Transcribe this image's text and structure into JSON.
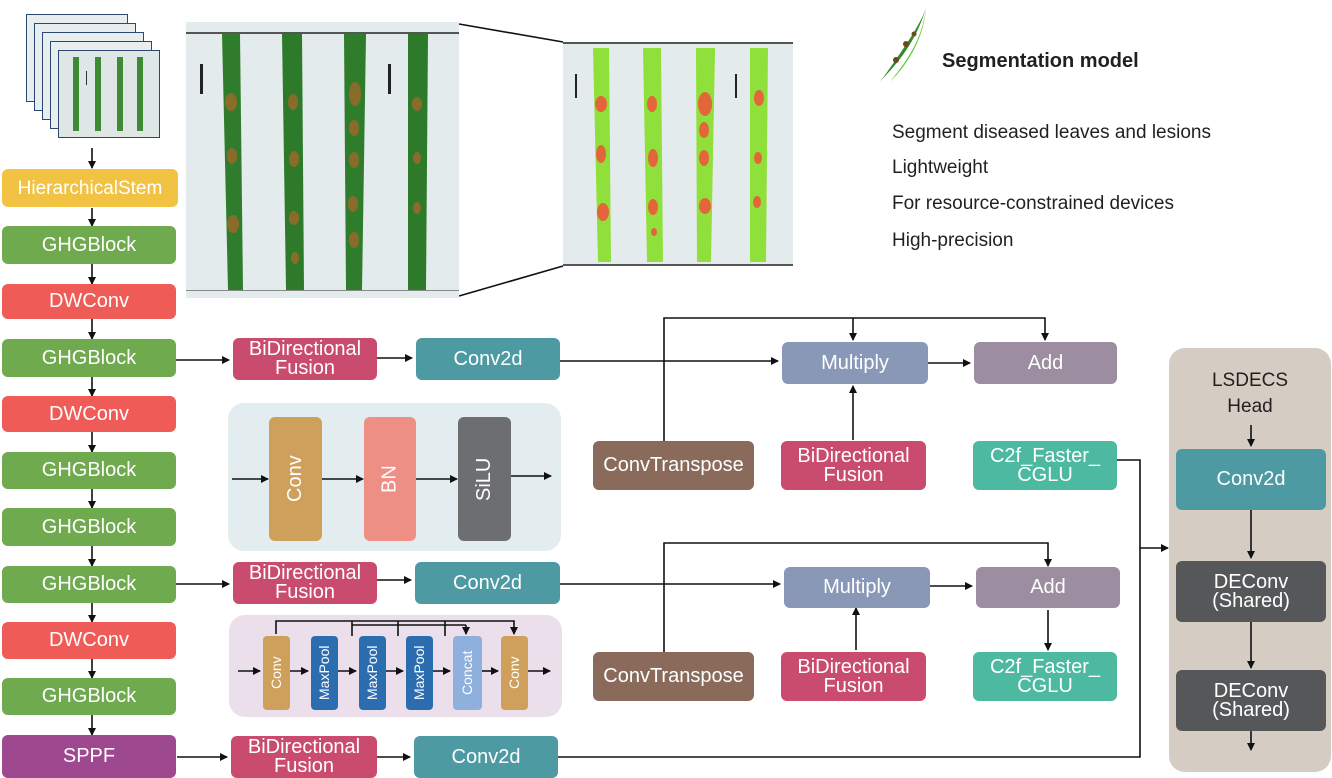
{
  "title": {
    "text": "Segmentation model"
  },
  "features": [
    "Segment diseased leaves and lesions",
    "Lightweight",
    "For resource-constrained devices",
    "High-precision"
  ],
  "backbone": {
    "stem": "HierarchicalStem",
    "ghg": "GHGBlock",
    "dw": "DWConv",
    "sppf": "SPPF"
  },
  "neck": {
    "bidir_line1": "BiDirectional",
    "bidir_line2": "Fusion",
    "conv2d": "Conv2d",
    "multiply": "Multiply",
    "add": "Add",
    "convtranspose": "ConvTranspose",
    "c2f_line1": "C2f_Faster_",
    "c2f_line2": "CGLU"
  },
  "cbs": {
    "conv": "Conv",
    "bn": "BN",
    "silu": "SiLU"
  },
  "sppf_detail": {
    "conv": "Conv",
    "maxpool": "MaxPool",
    "concat": "Concat"
  },
  "head": {
    "title_line1": "LSDECS",
    "title_line2": "Head",
    "conv2d": "Conv2d",
    "deconv_line1": "DEConv",
    "deconv_line2": "(Shared)"
  },
  "colors": {
    "stem": "#f2c243",
    "ghg": "#6faa4f",
    "dwconv": "#ef5b57",
    "sppf": "#9d488f",
    "bidirectional": "#c94b6d",
    "conv2d": "#4d9aa2",
    "multiply": "#8998b6",
    "add": "#9c8da0",
    "convtranspose": "#8a6b5b",
    "c2f": "#4cb9a0",
    "head_panel": "#d5cdc3",
    "deconv": "#555759",
    "leaf_green": "#2f7d2c",
    "mask_leaf": "#8fe03a",
    "lesion": "#e2663a"
  }
}
